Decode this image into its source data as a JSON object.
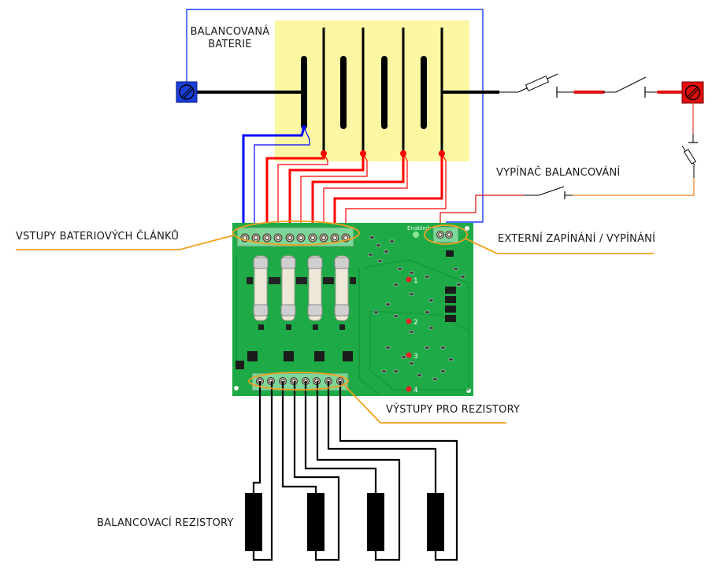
{
  "diagram": {
    "title": "Battery cell balancer wiring diagram",
    "labels": {
      "battery": [
        "BALANCOVANÁ",
        "BATERIE"
      ],
      "cell_inputs": "VSTUPY BATERIOVÝCH ČLÁNKŮ",
      "external_switch": "EXTERNÍ ZAPÍNÁNÍ / VYPÍNÁNÍ",
      "balance_switch": "VYPÍNAČ BALANCOVÁNÍ",
      "resistor_outputs": "VÝSTUPY PRO REZISTORY",
      "balance_resistors": "BALANCOVACÍ REZISTORY"
    },
    "pcb": {
      "led_label": "Enabled",
      "channel_markers": [
        "1",
        "2",
        "3",
        "4"
      ],
      "input_terminal_count": 10,
      "output_terminal_count": 8,
      "external_terminal_count": 2,
      "fuse_count": 4
    },
    "battery": {
      "cell_count": 4,
      "negative_terminal": "minus-terminal",
      "positive_terminal": "plus-terminal"
    },
    "resistors": {
      "count": 4
    },
    "colors": {
      "battery_background": "#fbf7a2",
      "negative_wire": "#0000ff",
      "positive_wire": "#ff0000",
      "switch_loop_wire": "#f08020",
      "callout_line": "#f0a020",
      "pcb_green": "#1faa48",
      "terminal_green": "#7fd699",
      "negative_terminal_box": "#1a3fd8",
      "positive_terminal_box": "#e01010",
      "resistor_fill": "#000000"
    }
  }
}
